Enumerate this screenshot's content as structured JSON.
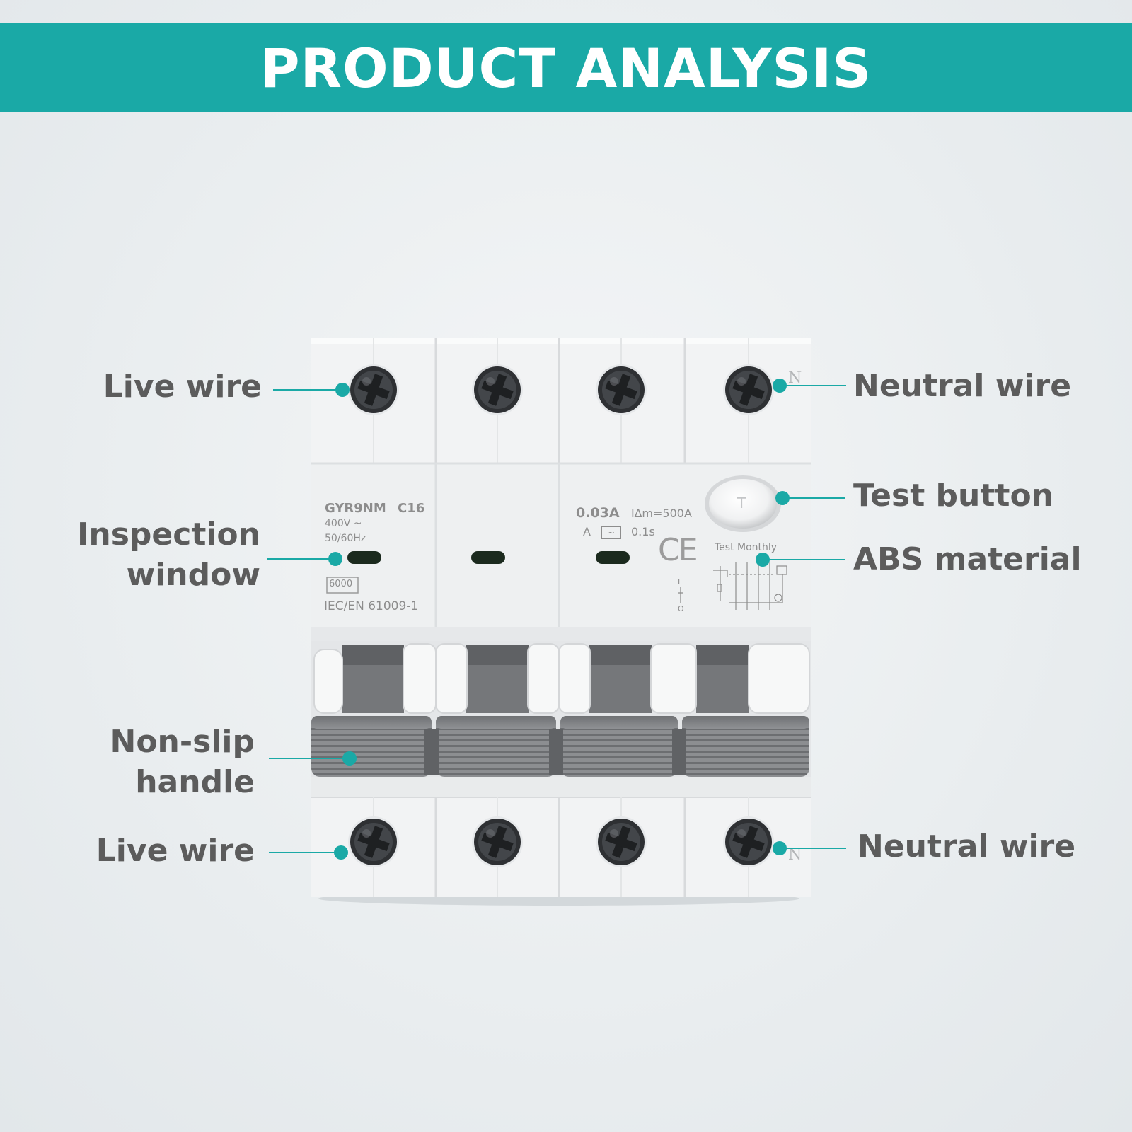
{
  "colors": {
    "banner": "#1aa9a6",
    "accent": "#1aa9a6",
    "label_text": "#5c5c5c",
    "device_body": "#f2f3f4",
    "handle": "#8a8c8f",
    "screw": "#2e3033",
    "window": "#1b2a1e"
  },
  "banner": {
    "title": "PRODUCT ANALYSIS"
  },
  "callouts": {
    "live_top": "Live wire",
    "neutral_top": "Neutral wire",
    "inspection_line1": "Inspection",
    "inspection_line2": "window",
    "test_button": "Test button",
    "abs_material": "ABS material",
    "nonslip_line1": "Non-slip",
    "nonslip_line2": "handle",
    "live_bottom": "Live wire",
    "neutral_bottom": "Neutral wire"
  },
  "device": {
    "model": "GYR9NM",
    "rating": "C16",
    "voltage": "400V ~",
    "frequency": "50/60Hz",
    "breaking_capacity": "6000",
    "standard": "IEC/EN 61009-1",
    "residual_current": "0.03A",
    "i_delta_m": "I∆m=500A",
    "type": "A",
    "trip_time": "0.1s",
    "ce_mark": "CE",
    "test_monthly": "Test Monthly",
    "test_button_letter": "T",
    "neutral_mark": "N",
    "switch_i": "I",
    "switch_o": "O"
  }
}
